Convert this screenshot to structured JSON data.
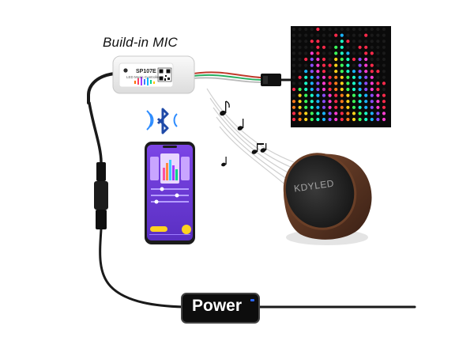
{
  "labels": {
    "mic": "Build-in MIC",
    "controller_model": "SP107E",
    "controller_subtitle": "LED Music Controller",
    "watermark": "KDYLED",
    "power": "Power"
  },
  "icons": [
    "bluetooth-icon",
    "music-note-icon",
    "qr-code-icon"
  ],
  "colors": {
    "cable": "#1a1a1a",
    "power_box": "#0d0d0d",
    "power_led": "#2a66ff",
    "matrix_bg": "#0a0a0a",
    "speaker_wood": "#5a3522",
    "phone_screen": "#6b3cd9"
  }
}
